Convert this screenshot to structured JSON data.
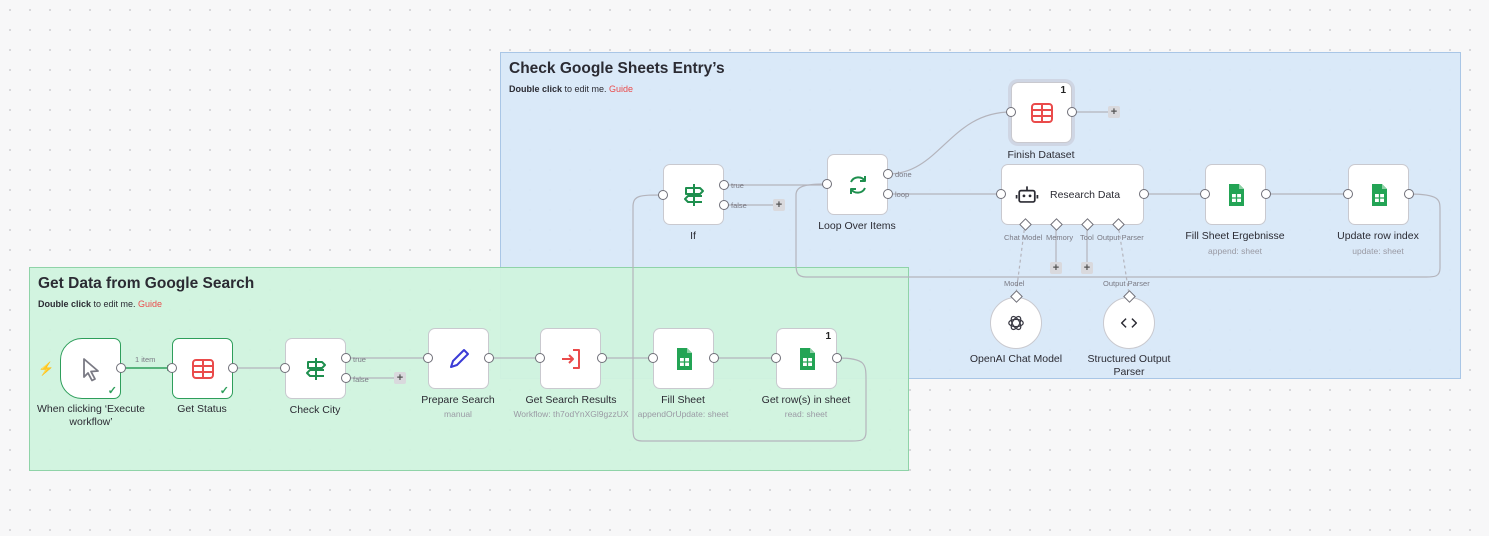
{
  "sticky_notes": {
    "check": {
      "title": "Check Google Sheets Entry’s",
      "hint_bold": "Double click",
      "hint_text": " to edit me. ",
      "hint_link": "Guide"
    },
    "get": {
      "title": "Get Data from Google Search",
      "hint_bold": "Double click",
      "hint_text": " to edit me. ",
      "hint_link": "Guide"
    }
  },
  "nodes": {
    "trigger": {
      "label": "When clicking ‘Execute workflow’",
      "icon": "cursor-icon",
      "status": "success"
    },
    "get_status": {
      "label": "Get Status",
      "icon": "table-icon",
      "status": "success"
    },
    "check_city": {
      "label": "Check City",
      "icon": "signpost-icon"
    },
    "prepare_search": {
      "label": "Prepare Search",
      "sub": "manual",
      "icon": "pencil-icon"
    },
    "get_search_results": {
      "label": "Get Search Results",
      "sub": "Workflow: th7odYnXGl9gzzUX",
      "icon": "execute-workflow-icon"
    },
    "fill_sheet": {
      "label": "Fill Sheet",
      "sub": "appendOrUpdate: sheet",
      "icon": "google-sheets-icon"
    },
    "get_rows": {
      "label": "Get row(s) in sheet",
      "sub": "read: sheet",
      "icon": "google-sheets-icon",
      "badge": "1"
    },
    "if": {
      "label": "If",
      "icon": "signpost-icon"
    },
    "loop": {
      "label": "Loop Over Items",
      "icon": "loop-icon"
    },
    "finish": {
      "label": "Finish Dataset",
      "icon": "table-icon",
      "badge": "1"
    },
    "research": {
      "label": "Research Data",
      "icon": "robot-icon",
      "sub_ports": [
        "Chat Model",
        "Memory",
        "Tool",
        "Output Parser"
      ]
    },
    "fill_ergebnisse": {
      "label": "Fill Sheet Ergebnisse",
      "sub": "append: sheet",
      "icon": "google-sheets-icon"
    },
    "update_row": {
      "label": "Update row index",
      "sub": "update: sheet",
      "icon": "google-sheets-icon"
    },
    "openai": {
      "label": "OpenAI Chat Model",
      "icon": "openai-icon",
      "port": "Model"
    },
    "parser": {
      "label": "Structured Output Parser",
      "icon": "code-icon",
      "port": "Output Parser"
    }
  },
  "edges": {
    "one_item": "1 item",
    "true": "true",
    "false": "false",
    "done": "done",
    "loop": "loop"
  },
  "colors": {
    "accent": "#ea4b4b",
    "success": "#2e9e5b",
    "sheets": "#23a455",
    "blue_note": "#d8e8f8",
    "green_note": "#d0f3de"
  }
}
